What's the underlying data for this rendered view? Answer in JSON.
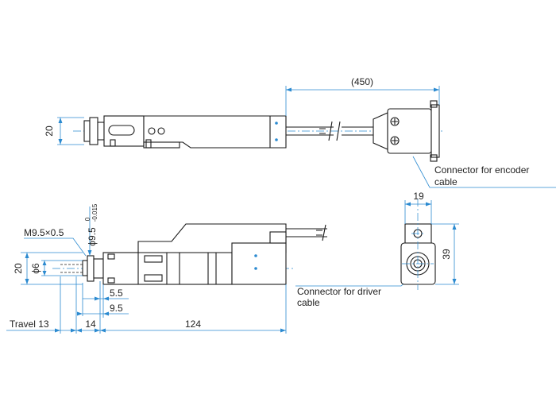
{
  "labels": {
    "top_height": "20",
    "cable_length": "(450)",
    "encoder_callout_line1": "Connector for encoder",
    "encoder_callout_line2": "cable",
    "thread": "M9.5×0.5",
    "shaft_dia_main": "ϕ9.5",
    "shaft_tol_upper": "0",
    "shaft_tol_lower": "-0.015",
    "front_height": "20",
    "rod_dia": "ϕ6",
    "dim_5_5": "5.5",
    "dim_9_5": "9.5",
    "travel": "Travel 13",
    "dim_14": "14",
    "dim_124": "124",
    "side_width": "19",
    "side_height": "39",
    "driver_callout_line1": "Connector for driver",
    "driver_callout_line2": "cable"
  },
  "colors": {
    "outline": "#1a1a1a",
    "dimension": "#2b8ad0"
  }
}
